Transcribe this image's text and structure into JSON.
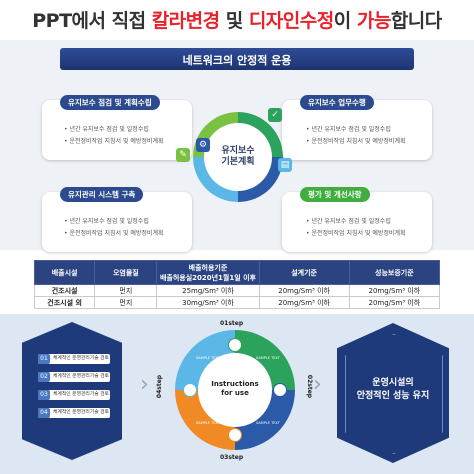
{
  "header": {
    "part1": "PPT에서 직접 ",
    "part2": "칼라변경",
    "part3": " 및 ",
    "part4": "디자인수정",
    "part5": "이 ",
    "part6": "가능",
    "part7": "합니다"
  },
  "diagram": {
    "banner": "네트워크의 안정적 운용",
    "hub": {
      "line1": "유지보수",
      "line2": "기본계획"
    },
    "cards": [
      {
        "title": "유지보수 점검 및 계획수립",
        "line1": "• 년간 유지보수 점검 및 일정수립",
        "line2": "• 운전정비작업 지침서 및 예방정비계획"
      },
      {
        "title": "유지보수 업무수행",
        "line1": "• 년간 유지보수 점검 및 일정수립",
        "line2": "• 운전정비작업 지침서 및 예방정비계획"
      },
      {
        "title": "유지관리 시스템 구축",
        "line1": "• 년간 유지보수 점검 및 일정수립",
        "line2": "• 운전정비작업 지침서 및 예방정비계획"
      },
      {
        "title": "평가 및 개선사항",
        "line1": "• 년간 유지보수 점검 및 일정수립",
        "line2": "• 운전정비작업 지침서 및 예방정비계획"
      }
    ]
  },
  "table": {
    "h1": "배출시설",
    "h2": "오염물질",
    "h3a": "배출허용기준",
    "h3b": "배출허용실2020년1월1일 이후",
    "h4": "설계기준",
    "h5": "성능보증기준",
    "rows": [
      [
        "건조시설",
        "먼지",
        "25mg/Sm³ 이하",
        "20mg/Sm³ 이하",
        "20mg/Sm³ 이하"
      ],
      [
        "건조시설 외",
        "먼지",
        "30mg/Sm³ 이하",
        "20mg/Sm³ 이하",
        "20mg/Sm³ 이하"
      ]
    ]
  },
  "process": {
    "steps": [
      {
        "num": "01",
        "label": "체계적인 운영관리기술 검토"
      },
      {
        "num": "02",
        "label": "체계적인 운영관리기술 검토"
      },
      {
        "num": "03",
        "label": "체계적인 운영관리기술 검토"
      },
      {
        "num": "04",
        "label": "체계적인 운영관리기술 검토"
      }
    ],
    "center": {
      "line1": "Instructions",
      "line2": "for use"
    },
    "tags": {
      "s1": "01step",
      "s2": "02step",
      "s3": "03step",
      "s4": "04step"
    },
    "sample": "SAMPLE TEXT",
    "result": {
      "line1": "운영시설의",
      "line2": "안정적인 성능 유지"
    }
  }
}
